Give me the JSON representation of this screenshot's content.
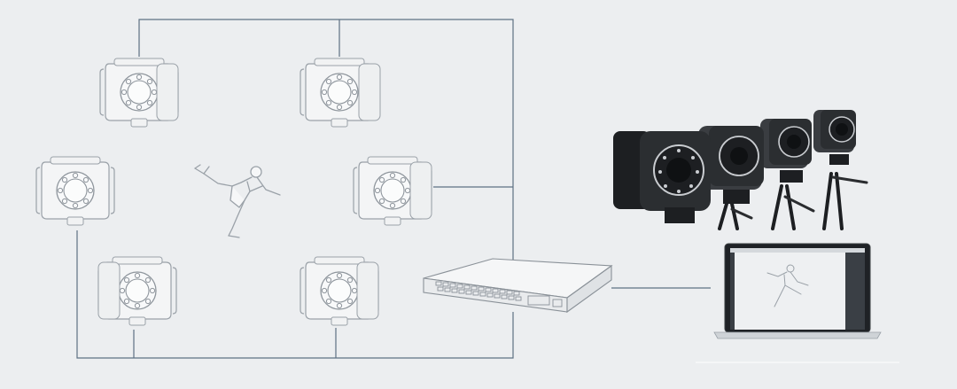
{
  "diagram": {
    "camera_count": 6,
    "cameras": [
      {
        "id": "camera-1",
        "icon": "mocap-camera-icon"
      },
      {
        "id": "camera-2",
        "icon": "mocap-camera-icon"
      },
      {
        "id": "camera-3",
        "icon": "mocap-camera-icon"
      },
      {
        "id": "camera-4",
        "icon": "mocap-camera-icon"
      },
      {
        "id": "camera-5",
        "icon": "mocap-camera-icon"
      },
      {
        "id": "camera-6",
        "icon": "mocap-camera-icon"
      }
    ],
    "center_subject": "motion-capture-performer-icon",
    "switch": "network-switch-icon",
    "laptop": "laptop-icon",
    "tripod_photo": "tripod-cameras-photo",
    "colors": {
      "background": "#eceef0",
      "wire": "#5e7183",
      "sketch_stroke": "#9aa1a8",
      "sketch_fill": "#f6f7f8",
      "camera_dark": "#1d1f22",
      "camera_mid": "#3a3d41",
      "lens_ring": "#c9ccd0",
      "laptop_screen": "#1f2226",
      "laptop_body": "#cfd3d7"
    }
  }
}
